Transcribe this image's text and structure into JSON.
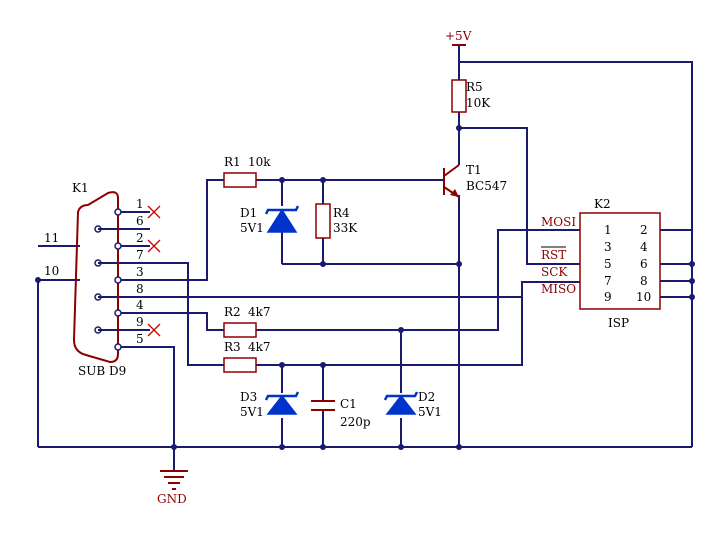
{
  "connector": {
    "ref": "K1",
    "type": "SUB D9",
    "pins": [
      "1",
      "6",
      "2",
      "7",
      "3",
      "8",
      "4",
      "9",
      "5"
    ],
    "shield": [
      "11",
      "10"
    ]
  },
  "resistors": [
    {
      "ref": "R1",
      "value": "10k"
    },
    {
      "ref": "R2",
      "value": "4k7"
    },
    {
      "ref": "R3",
      "value": "4k7"
    },
    {
      "ref": "R4",
      "value": "33K"
    },
    {
      "ref": "R5",
      "value": "10K"
    }
  ],
  "diodes": [
    {
      "ref": "D1",
      "value": "5V1"
    },
    {
      "ref": "D2",
      "value": "5V1"
    },
    {
      "ref": "D3",
      "value": "5V1"
    }
  ],
  "capacitor": {
    "ref": "C1",
    "value": "220p"
  },
  "transistor": {
    "ref": "T1",
    "value": "BC547"
  },
  "header": {
    "ref": "K2",
    "name": "ISP",
    "left_pins": [
      "1",
      "3",
      "5",
      "7",
      "9"
    ],
    "right_pins": [
      "2",
      "4",
      "6",
      "8",
      "10"
    ],
    "signals": [
      "MOSI",
      "RST",
      "SCK",
      "MISO"
    ]
  },
  "power": {
    "vcc": "+5V",
    "gnd": "GND"
  },
  "colors": {
    "wire": "#1a1a6e",
    "component": "#8b0000",
    "zener": "#0033cc",
    "nc_mark": "#cc0000"
  }
}
